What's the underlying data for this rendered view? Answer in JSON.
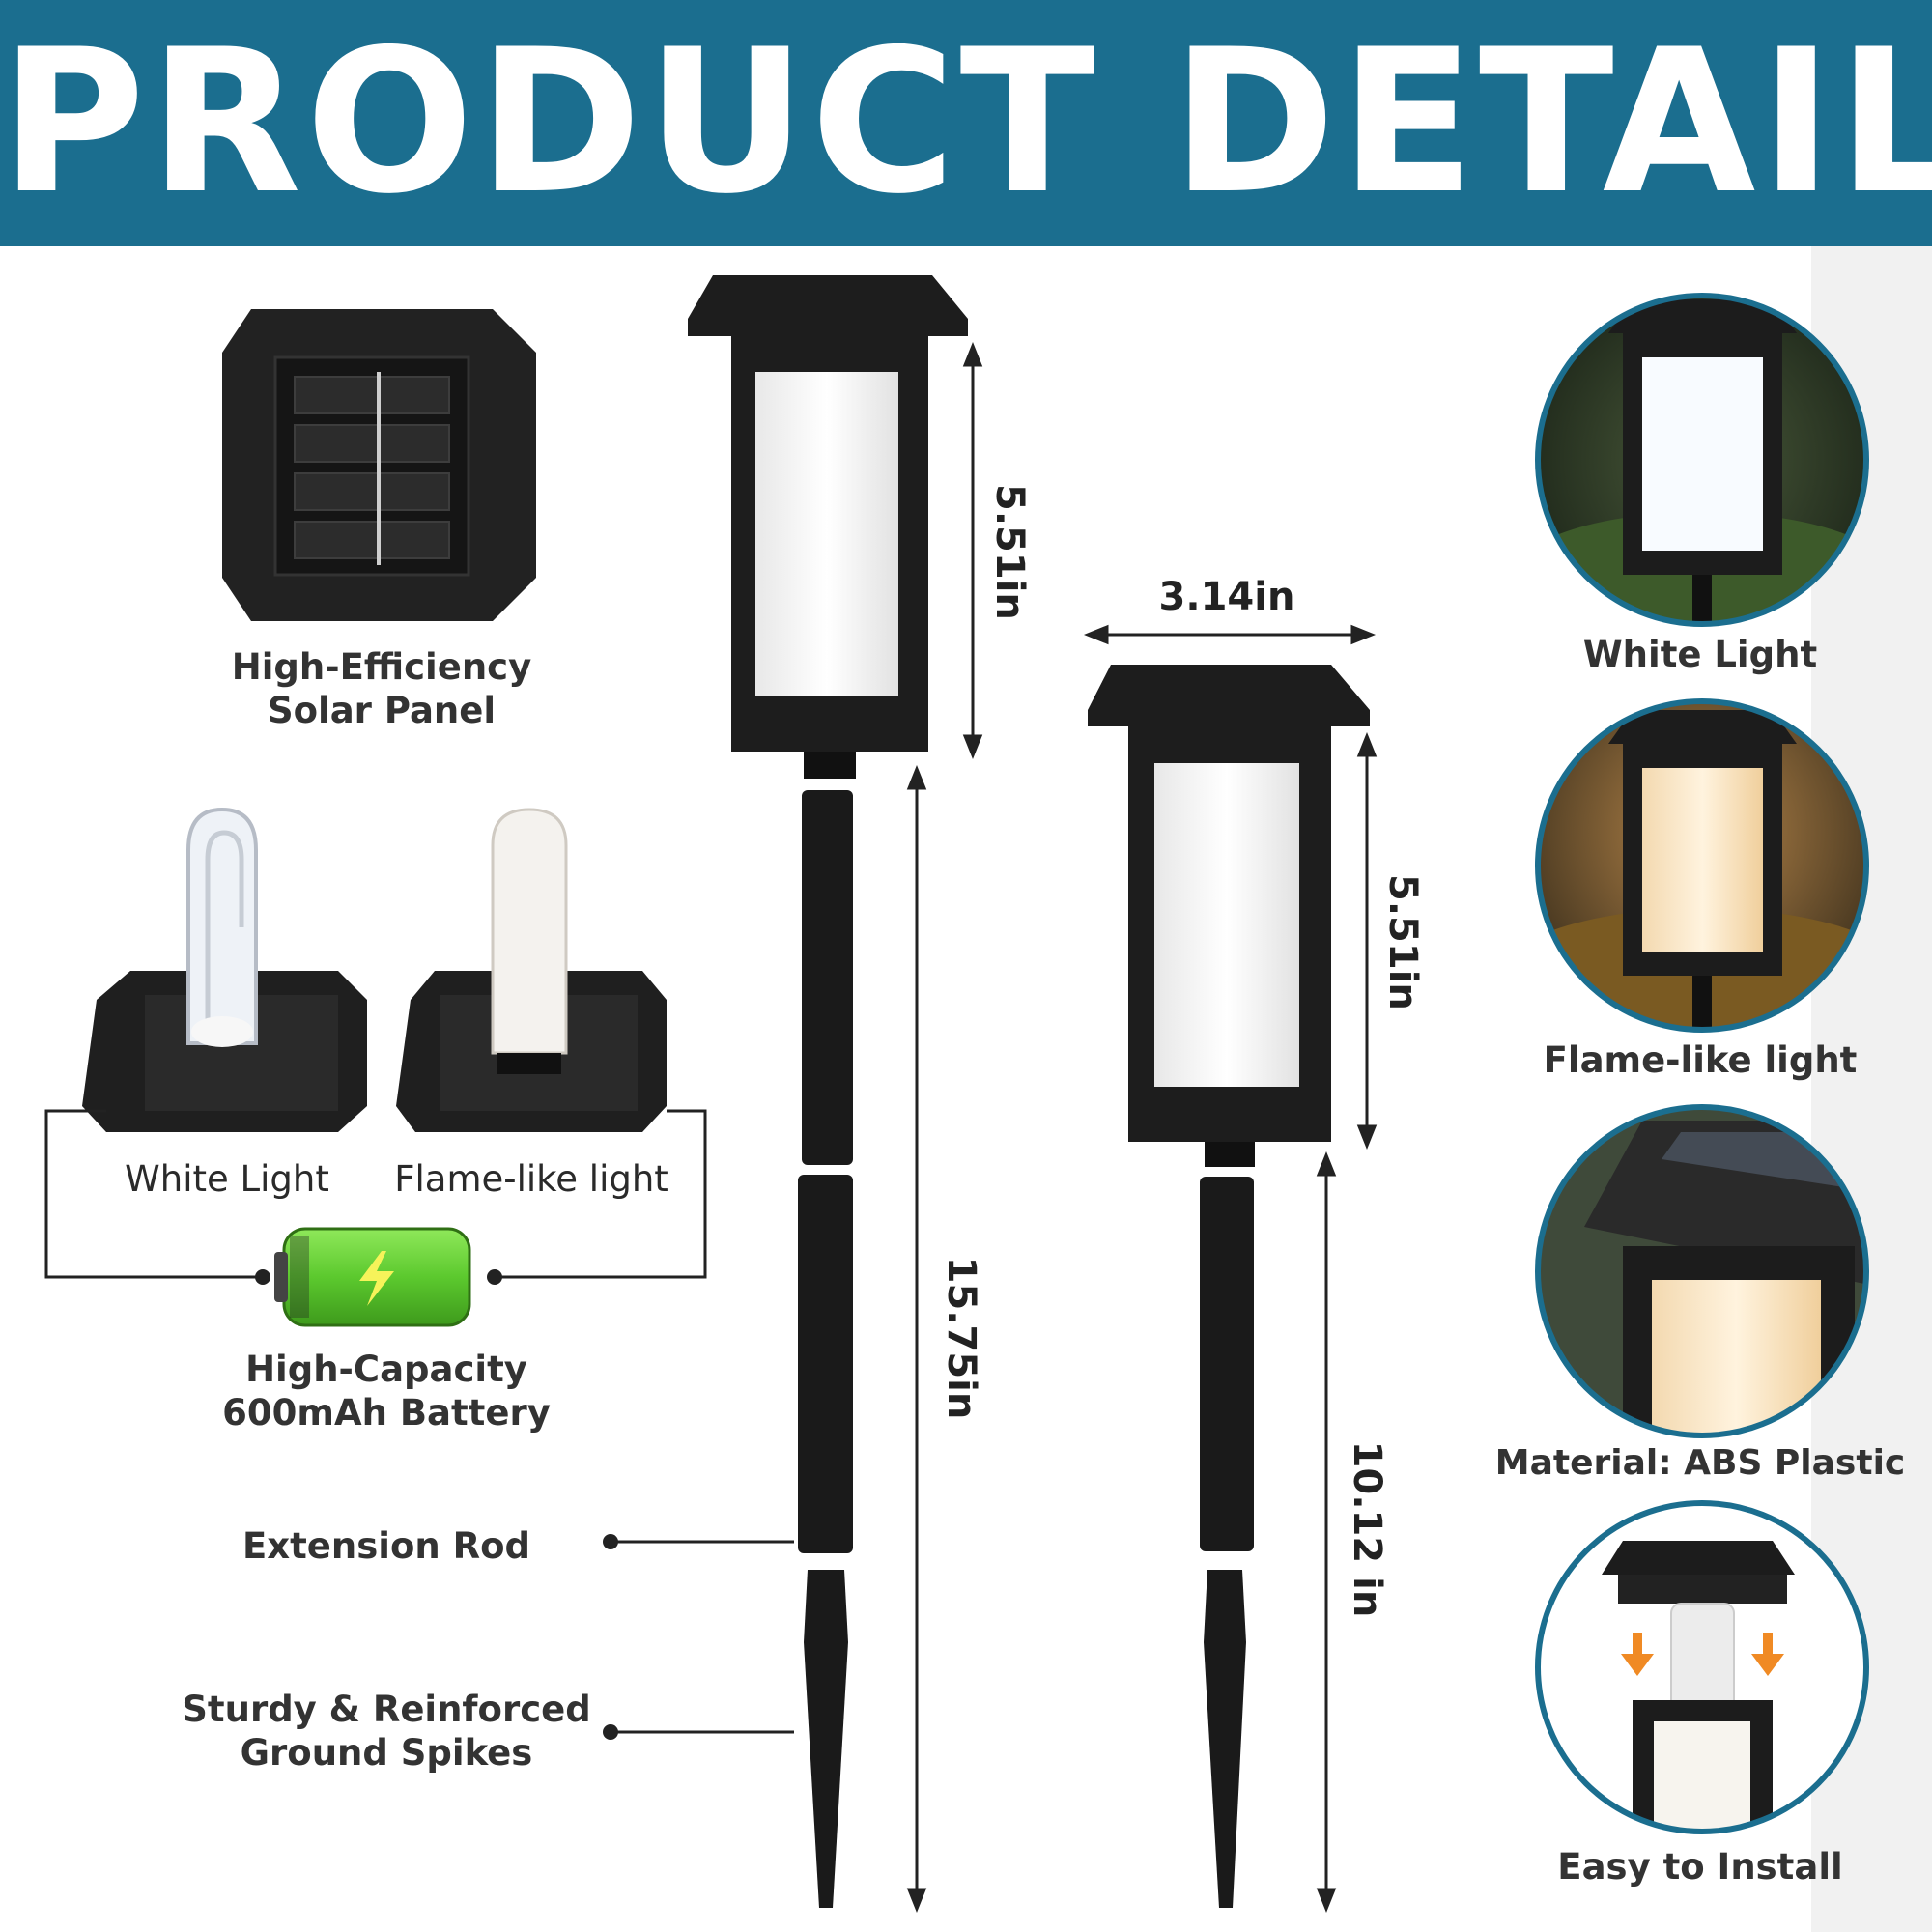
{
  "banner": {
    "title": "PRODUCT DETAIL",
    "color": "#1b6e8f"
  },
  "features": {
    "solar_panel": "High-Efficiency\nSolar Panel",
    "white_light": "White Light",
    "flame_light": "Flame-like light",
    "battery": "High-Capacity\n600mAh Battery",
    "extension_rod": "Extension Rod",
    "ground_spikes": "Sturdy & Reinforced\nGround Spikes"
  },
  "dimensions": {
    "tall_head": "5.51in",
    "tall_total": "15.75in",
    "short_width": "3.14in",
    "short_head": "5.51in",
    "short_stake": "10.12 in"
  },
  "gallery": {
    "white_light": "White Light",
    "flame_light": "Flame-like light",
    "material": "Material: ABS Plastic",
    "install": "Easy to Install"
  },
  "colors": {
    "battery_green": "#5cc92e",
    "circle_border": "#1b6e8f",
    "lamp_black": "#1d1d1d"
  }
}
